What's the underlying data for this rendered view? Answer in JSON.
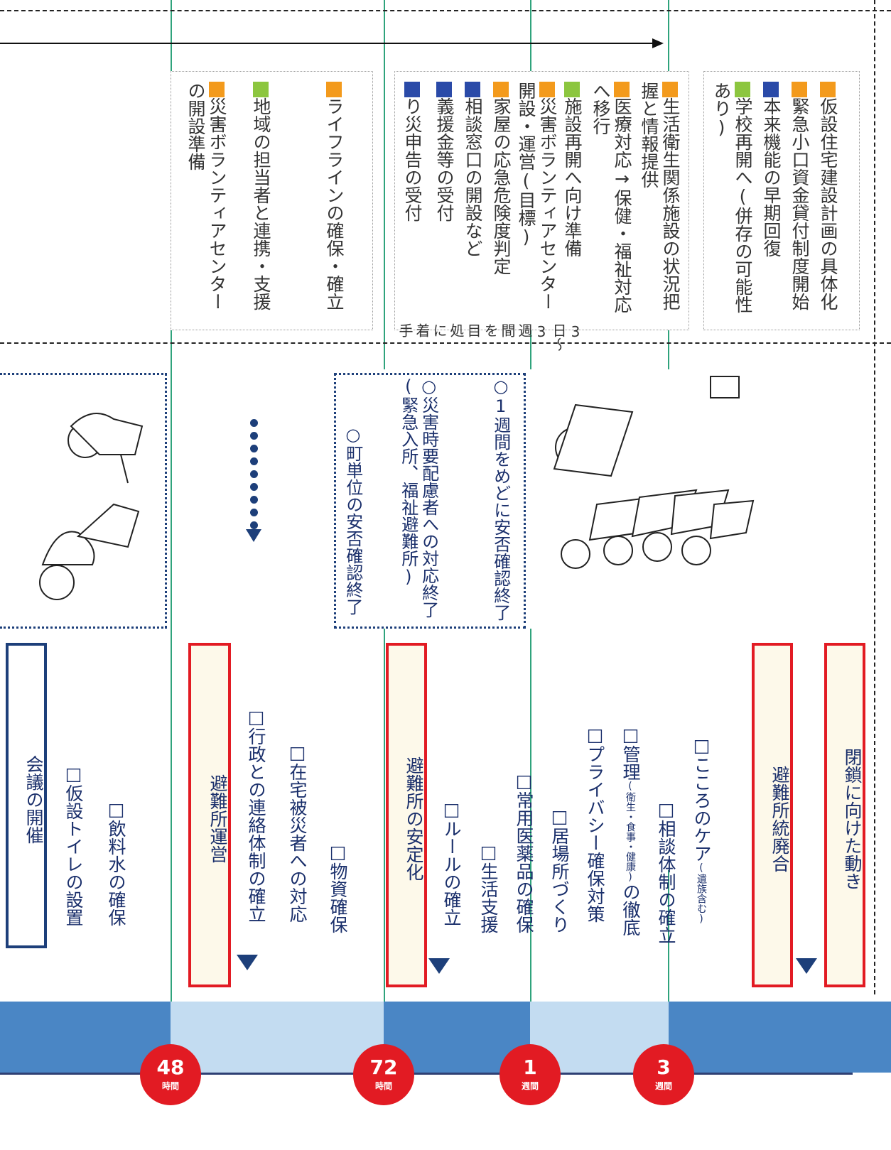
{
  "badges": [
    {
      "num": "48",
      "unit": "時間"
    },
    {
      "num": "72",
      "unit": "時間"
    },
    {
      "num": "1",
      "unit": "週間"
    },
    {
      "num": "3",
      "unit": "週間"
    }
  ],
  "sections": {
    "s48": {
      "top_box": "会議の開催",
      "items": [
        "□仮設トイレの設置",
        "□飲料水の確保"
      ],
      "phase": "避難所運営",
      "phase_items": [
        "□行政との連絡体制の確立",
        "□在宅被災者への対応",
        "□物資確保"
      ]
    },
    "s72": {
      "phase": "避難所の安定化",
      "items": [
        "□ルールの確立",
        "□生活支援",
        "□常用医薬品の確保",
        "□居場所づくり",
        "□プライバシー確保対策"
      ],
      "kanri_main": "□管理",
      "kanri_sub": "(衛生・食事・健康)",
      "kanri_tail": "の徹底",
      "soudan": "□相談体制の確立",
      "kokoro_main": "□こころのケア",
      "kokoro_sub": "(遺族含む)"
    },
    "s3w": {
      "phase": "避難所統廃合",
      "phase2": "閉鎖に向けた動き"
    }
  },
  "dotted_box": {
    "items": [
      "○町単位の安否確認終了",
      "○災害時要配慮者への対応終了(緊急入所、福祉避難所)",
      "○1週間をめどに安否確認終了"
    ]
  },
  "green_box1": {
    "items": [
      {
        "color": "orange",
        "text": "災害ボランティアセンターの開設準備"
      },
      {
        "color": "green",
        "text": "地域の担当者と連携・支援"
      },
      {
        "color": "orange",
        "text": "ライフラインの確保・確立"
      }
    ]
  },
  "green_box2": {
    "time_ref": "3日〜3週間を目処に着手",
    "items": [
      {
        "color": "blue",
        "text": "り災申告の受付"
      },
      {
        "color": "blue",
        "text": "義援金等の受付"
      },
      {
        "color": "blue",
        "text": "相談窓口の開設など"
      },
      {
        "color": "orange",
        "text": "家屋の応急危険度判定"
      },
      {
        "color": "orange",
        "text": "災害ボランティアセンター開設・運営(目標)"
      },
      {
        "color": "green",
        "text": "施設再開へ向け準備"
      },
      {
        "color": "orange",
        "text": "医療対応→保健・福祉対応へ移行"
      },
      {
        "color": "orange",
        "text": "生活衛生関係施設の状況把握と情報提供"
      }
    ]
  },
  "green_box3": {
    "items": [
      {
        "color": "green",
        "text": "学校再開へ(併存の可能性あり)"
      },
      {
        "color": "blue",
        "text": "本来機能の早期回復"
      },
      {
        "color": "orange",
        "text": "緊急小口資金貸付制度開始"
      },
      {
        "color": "orange",
        "text": "仮設住宅建設計画の具体化"
      }
    ]
  },
  "colors": {
    "badge": "#e21b23",
    "band_dark": "#4a86c5",
    "band_light": "#c3dcf1",
    "navy": "#1d3f7a",
    "orange": "#f39a1c",
    "green": "#8cc63f",
    "blue": "#2a4aa8",
    "green_line": "#2fa37c"
  }
}
